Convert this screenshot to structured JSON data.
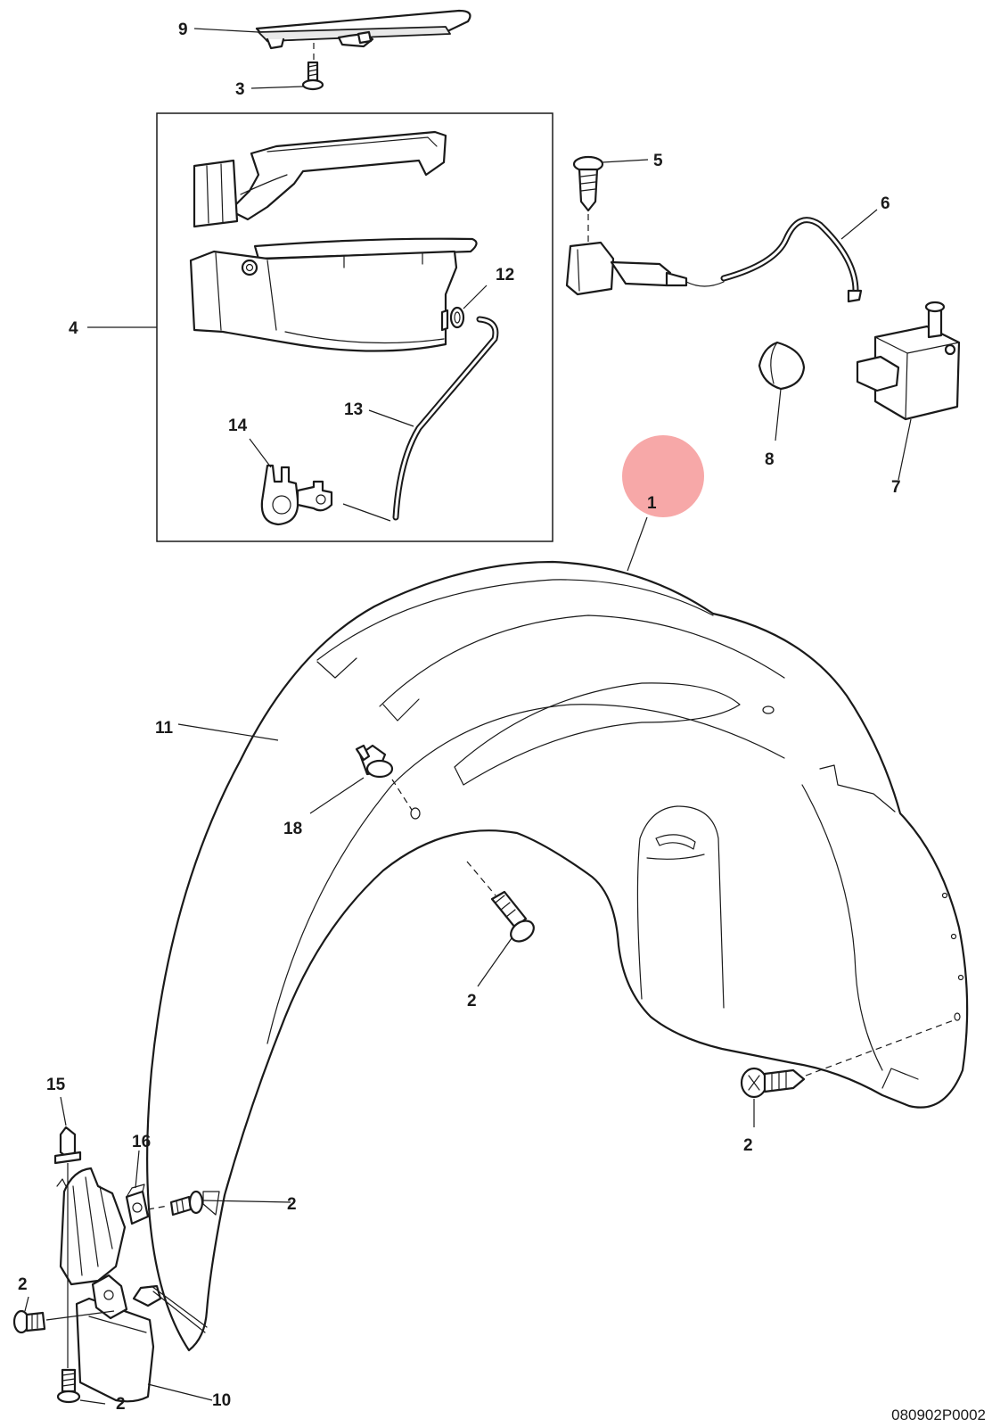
{
  "diagram": {
    "callouts": {
      "c1": "1",
      "c2a": "2",
      "c2b": "2",
      "c2c": "2",
      "c2d": "2",
      "c2e": "2",
      "c3": "3",
      "c4": "4",
      "c5": "5",
      "c6": "6",
      "c7": "7",
      "c8": "8",
      "c9": "9",
      "c10": "10",
      "c11": "11",
      "c12": "12",
      "c13": "13",
      "c14": "14",
      "c15": "15",
      "c16": "16",
      "c18": "18"
    },
    "reference_code": "080902P0002",
    "highlight_color": "#f7a8a8"
  }
}
